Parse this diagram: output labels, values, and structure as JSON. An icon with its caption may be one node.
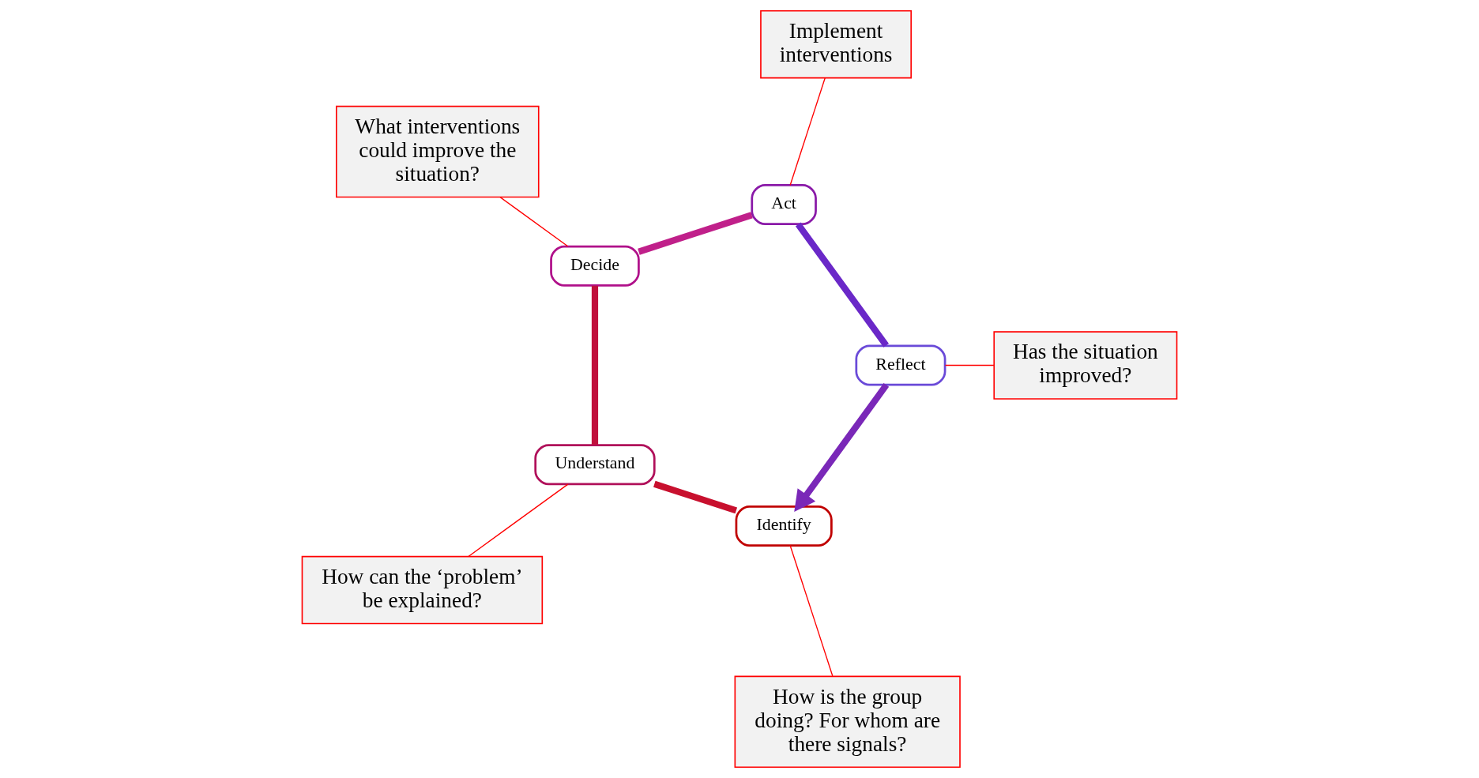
{
  "diagram": {
    "nodes": [
      {
        "text": [
          "Identify"
        ]
      },
      {
        "text": [
          "Understand"
        ]
      },
      {
        "text": [
          "Decide"
        ]
      },
      {
        "text": [
          "Act"
        ]
      },
      {
        "text": [
          "Reflect"
        ]
      },
      {
        "text": [
          "How is the group doing? For whom are there signals?"
        ]
      },
      {
        "text": [
          "Has the situation improved?"
        ]
      },
      {
        "text": [
          "How can the ‘problem’ be explained?"
        ]
      },
      {
        "text": [
          "Implement interventions"
        ]
      },
      {
        "text": [
          "What interventions could improve the situation?"
        ]
      }
    ],
    "edges": [
      {
        "from": 0,
        "to": 1,
        "arrow": "none",
        "style": "thick",
        "color": "#c8102e"
      },
      {
        "from": 1,
        "to": 2,
        "arrow": "none",
        "style": "thick",
        "color": "#c0103c"
      },
      {
        "from": 2,
        "to": 3,
        "arrow": "none",
        "style": "thick",
        "color": "#c0208a"
      },
      {
        "from": 3,
        "to": 4,
        "arrow": "none",
        "style": "thick",
        "color": "#6a28c8"
      },
      {
        "from": 4,
        "to": 0,
        "arrow": "to",
        "style": "thick",
        "color": "#7a28b8"
      },
      {
        "from": 5,
        "to": 0,
        "arrow": "none",
        "color": "#ff0000"
      },
      {
        "from": 6,
        "to": 4,
        "arrow": "none",
        "color": "#ff0000"
      },
      {
        "from": 7,
        "to": 1,
        "arrow": "none",
        "color": "#ff0000"
      },
      {
        "from": 8,
        "to": 3,
        "arrow": "none",
        "color": "#ff0000"
      },
      {
        "from": 9,
        "to": 2,
        "arrow": "none",
        "color": "#ff0000"
      }
    ]
  }
}
